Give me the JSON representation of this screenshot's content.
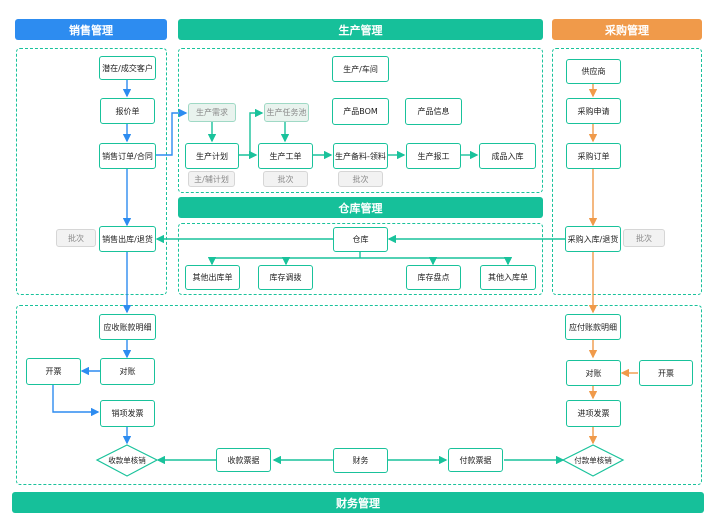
{
  "headers": {
    "sales": "销售管理",
    "production": "生产管理",
    "purchase": "采购管理",
    "warehouse": "仓库管理",
    "finance": "财务管理"
  },
  "sales": {
    "customer": "潜在/成交客户",
    "quote": "报价单",
    "order": "销售订单/合同",
    "outbound": "销售出库/退货",
    "batch": "批次"
  },
  "production": {
    "workshop": "生产/车间",
    "demand": "生产需求",
    "task_pool": "生产任务池",
    "bom": "产品BOM",
    "product_info": "产品信息",
    "plan": "生产计划",
    "work_order": "生产工单",
    "material": "生产备料-领料",
    "report": "生产报工",
    "finished": "成品入库",
    "sub_plan": "主/辅计划",
    "batch1": "批次",
    "batch2": "批次"
  },
  "purchase": {
    "supplier": "供应商",
    "request": "采购申请",
    "order": "采购订单",
    "inbound": "采购入库/退货",
    "batch": "批次"
  },
  "warehouse": {
    "store": "仓库",
    "other_out": "其他出库单",
    "transfer": "库存调拨",
    "stocktake": "库存盘点",
    "other_in": "其他入库单"
  },
  "finance": {
    "receivable": "应收账款明细",
    "invoice_out": "开票",
    "reconcile_s": "对账",
    "sales_invoice": "销项发票",
    "receipt_writeoff": "收款单核销",
    "receipt_bill": "收款票据",
    "finance": "财务",
    "payment_bill": "付款票据",
    "payment_writeoff": "付款单核销",
    "payable": "应付账款明细",
    "reconcile_p": "对账",
    "invoice_in": "开票",
    "input_invoice": "进项发票"
  },
  "colors": {
    "blue": "#2d8cf0",
    "green": "#16c09a",
    "orange": "#f09a4a",
    "teal_line": "#19c29b"
  }
}
